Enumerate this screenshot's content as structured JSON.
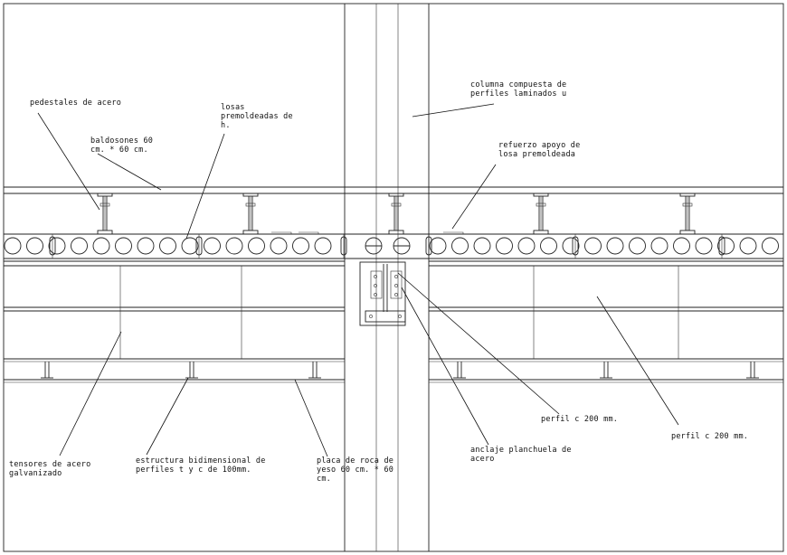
{
  "drawing": {
    "labels": {
      "pedestales": "pedestales de acero",
      "baldosones_1": "baldosones 60",
      "baldosones_2": "cm. * 60 cm.",
      "losas_1": "losas",
      "losas_2": "premoldeadas de",
      "losas_3": "h.",
      "columna_1": "columna compuesta de",
      "columna_2": "perfiles laminados u",
      "refuerzo_1": "refuerzo apoyo de",
      "refuerzo_2": "losa premoldeada",
      "tensores_1": "tensores de acero",
      "tensores_2": "galvanizado",
      "estructura_1": "estructura bidimensional de",
      "estructura_2": "perfiles t y c de 100mm.",
      "placa_1": "placa de roca de",
      "placa_2": "yeso 60 cm. * 60",
      "placa_3": "cm.",
      "perfil_center": "perfil c 200 mm.",
      "anclaje_1": "anclaje planchuela de",
      "anclaje_2": "acero",
      "perfil_right": "perfil c 200 mm."
    }
  }
}
